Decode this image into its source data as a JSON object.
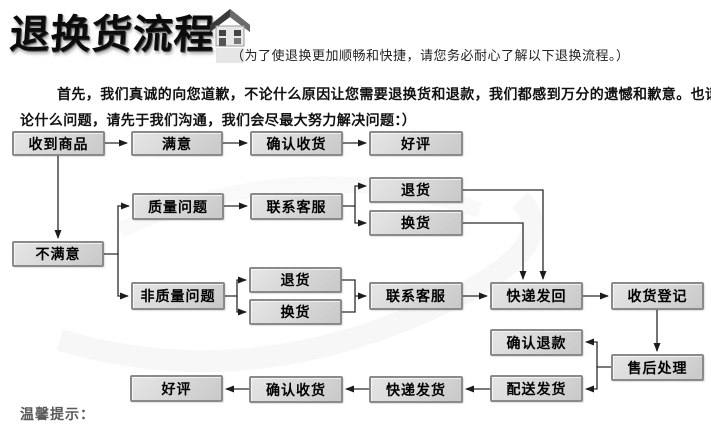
{
  "header": {
    "title": "退换货流程",
    "icon": "house-icon",
    "subtitle": "（为了使退换更加顺畅和快捷，请您务必耐心了解以下退换流程。）"
  },
  "intro": {
    "line1": "首先，我们真诚的向您道歉，不论什么原因让您需要退换货和退款，我们都感到万分的遗憾和歉意。也请您放心，无",
    "line2": "论什么问题，请先于我们沟通，我们会尽最大努力解决问题：）"
  },
  "flow": {
    "nodes": {
      "received": {
        "label": "收到商品"
      },
      "satisfied": {
        "label": "满意"
      },
      "confirm_receipt_top": {
        "label": "确认收货"
      },
      "praise_top": {
        "label": "好评"
      },
      "quality_issue": {
        "label": "质量问题"
      },
      "contact_service_top": {
        "label": "联系客服"
      },
      "return_top": {
        "label": "退货"
      },
      "exchange_top": {
        "label": "换货"
      },
      "unsatisfied": {
        "label": "不满意"
      },
      "non_quality_issue": {
        "label": "非质量问题"
      },
      "return_bottom": {
        "label": "退货"
      },
      "exchange_bottom": {
        "label": "换货"
      },
      "contact_service_bottom": {
        "label": "联系客服"
      },
      "express_return": {
        "label": "快递发回"
      },
      "receipt_register": {
        "label": "收货登记"
      },
      "confirm_refund": {
        "label": "确认退款"
      },
      "after_sales": {
        "label": "售后处理"
      },
      "dispatch": {
        "label": "配送发货"
      },
      "express_ship": {
        "label": "快递发货"
      },
      "confirm_receipt_bottom": {
        "label": "确认收货"
      },
      "praise_bottom": {
        "label": "好评"
      }
    }
  },
  "footer": {
    "tip_label": "温馨提示："
  },
  "colors": {
    "box_fill": "#d9d9d9",
    "box_border": "#8a8a8a",
    "arrow": "#222222",
    "title_text": "#0c0c0c",
    "tip_text": "#5a5a5a"
  }
}
